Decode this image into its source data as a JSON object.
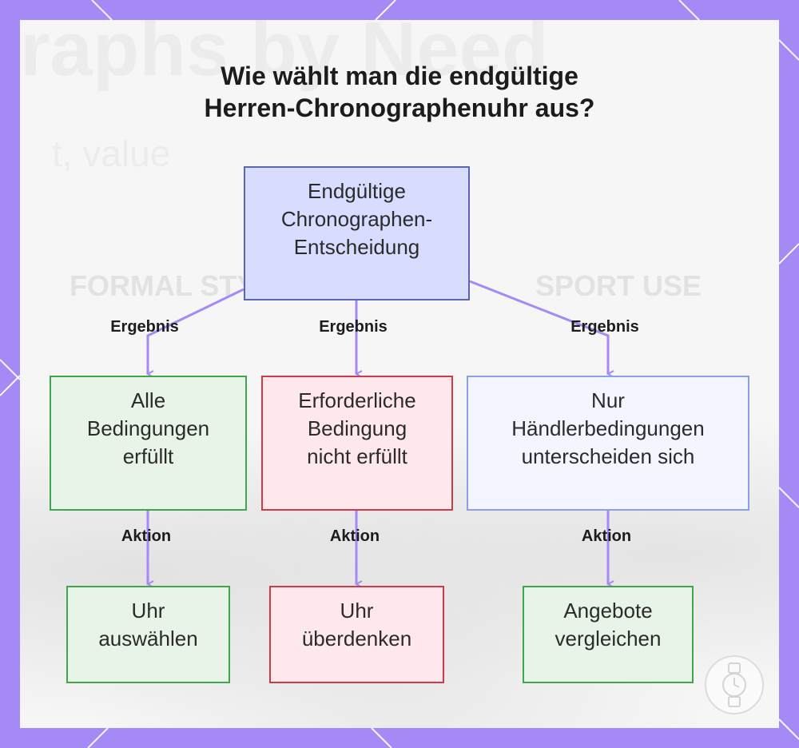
{
  "title": {
    "line1": "Wie wählt man die endgültige",
    "line2": "Herren-Chronographenuhr aus?"
  },
  "nodes": {
    "root": [
      "Endgültige",
      "Chronographen-",
      "Entscheidung"
    ],
    "all_met": [
      "Alle",
      "Bedingungen",
      "erfüllt"
    ],
    "required_not_met": [
      "Erforderliche",
      "Bedingung",
      "nicht erfüllt"
    ],
    "dealer_only": [
      "Nur",
      "Händlerbedingungen",
      "unterscheiden sich"
    ],
    "choose_watch": [
      "Uhr",
      "auswählen"
    ],
    "reconsider_watch": [
      "Uhr",
      "überdenken"
    ],
    "compare_offers": [
      "Angebote",
      "vergleichen"
    ]
  },
  "edges": {
    "result_label": "Ergebnis",
    "action_label": "Aktion"
  },
  "colors": {
    "frame": "#a58af6",
    "connector": "#a58af6",
    "root_fill": "#d8dcff",
    "green_border": "#3fa64a",
    "red_border": "#d0394a",
    "blue_border": "#8aa0e6"
  },
  "background_watermark": {
    "big": "raphs by Need",
    "sub": "t, value",
    "left": "FORMAL STY",
    "right": "SPORT USE"
  },
  "icons": {
    "corner_logo": "watch-icon"
  }
}
